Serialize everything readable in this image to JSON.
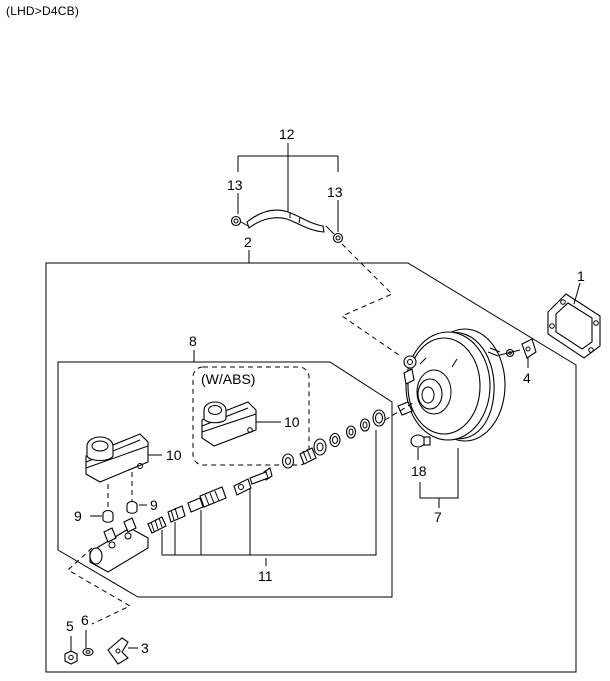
{
  "header": {
    "code": "(LHD>D4CB)"
  },
  "callouts": {
    "c1": "1",
    "c2": "2",
    "c3": "3",
    "c4": "4",
    "c5": "5",
    "c6": "6",
    "c7": "7",
    "c8": "8",
    "c9a": "9",
    "c9b": "9",
    "c10a": "10",
    "c10b": "10",
    "c11": "11",
    "c12": "12",
    "c13a": "13",
    "c13b": "13",
    "c18": "18"
  },
  "labels": {
    "abs_variant": "(W/ABS)"
  }
}
